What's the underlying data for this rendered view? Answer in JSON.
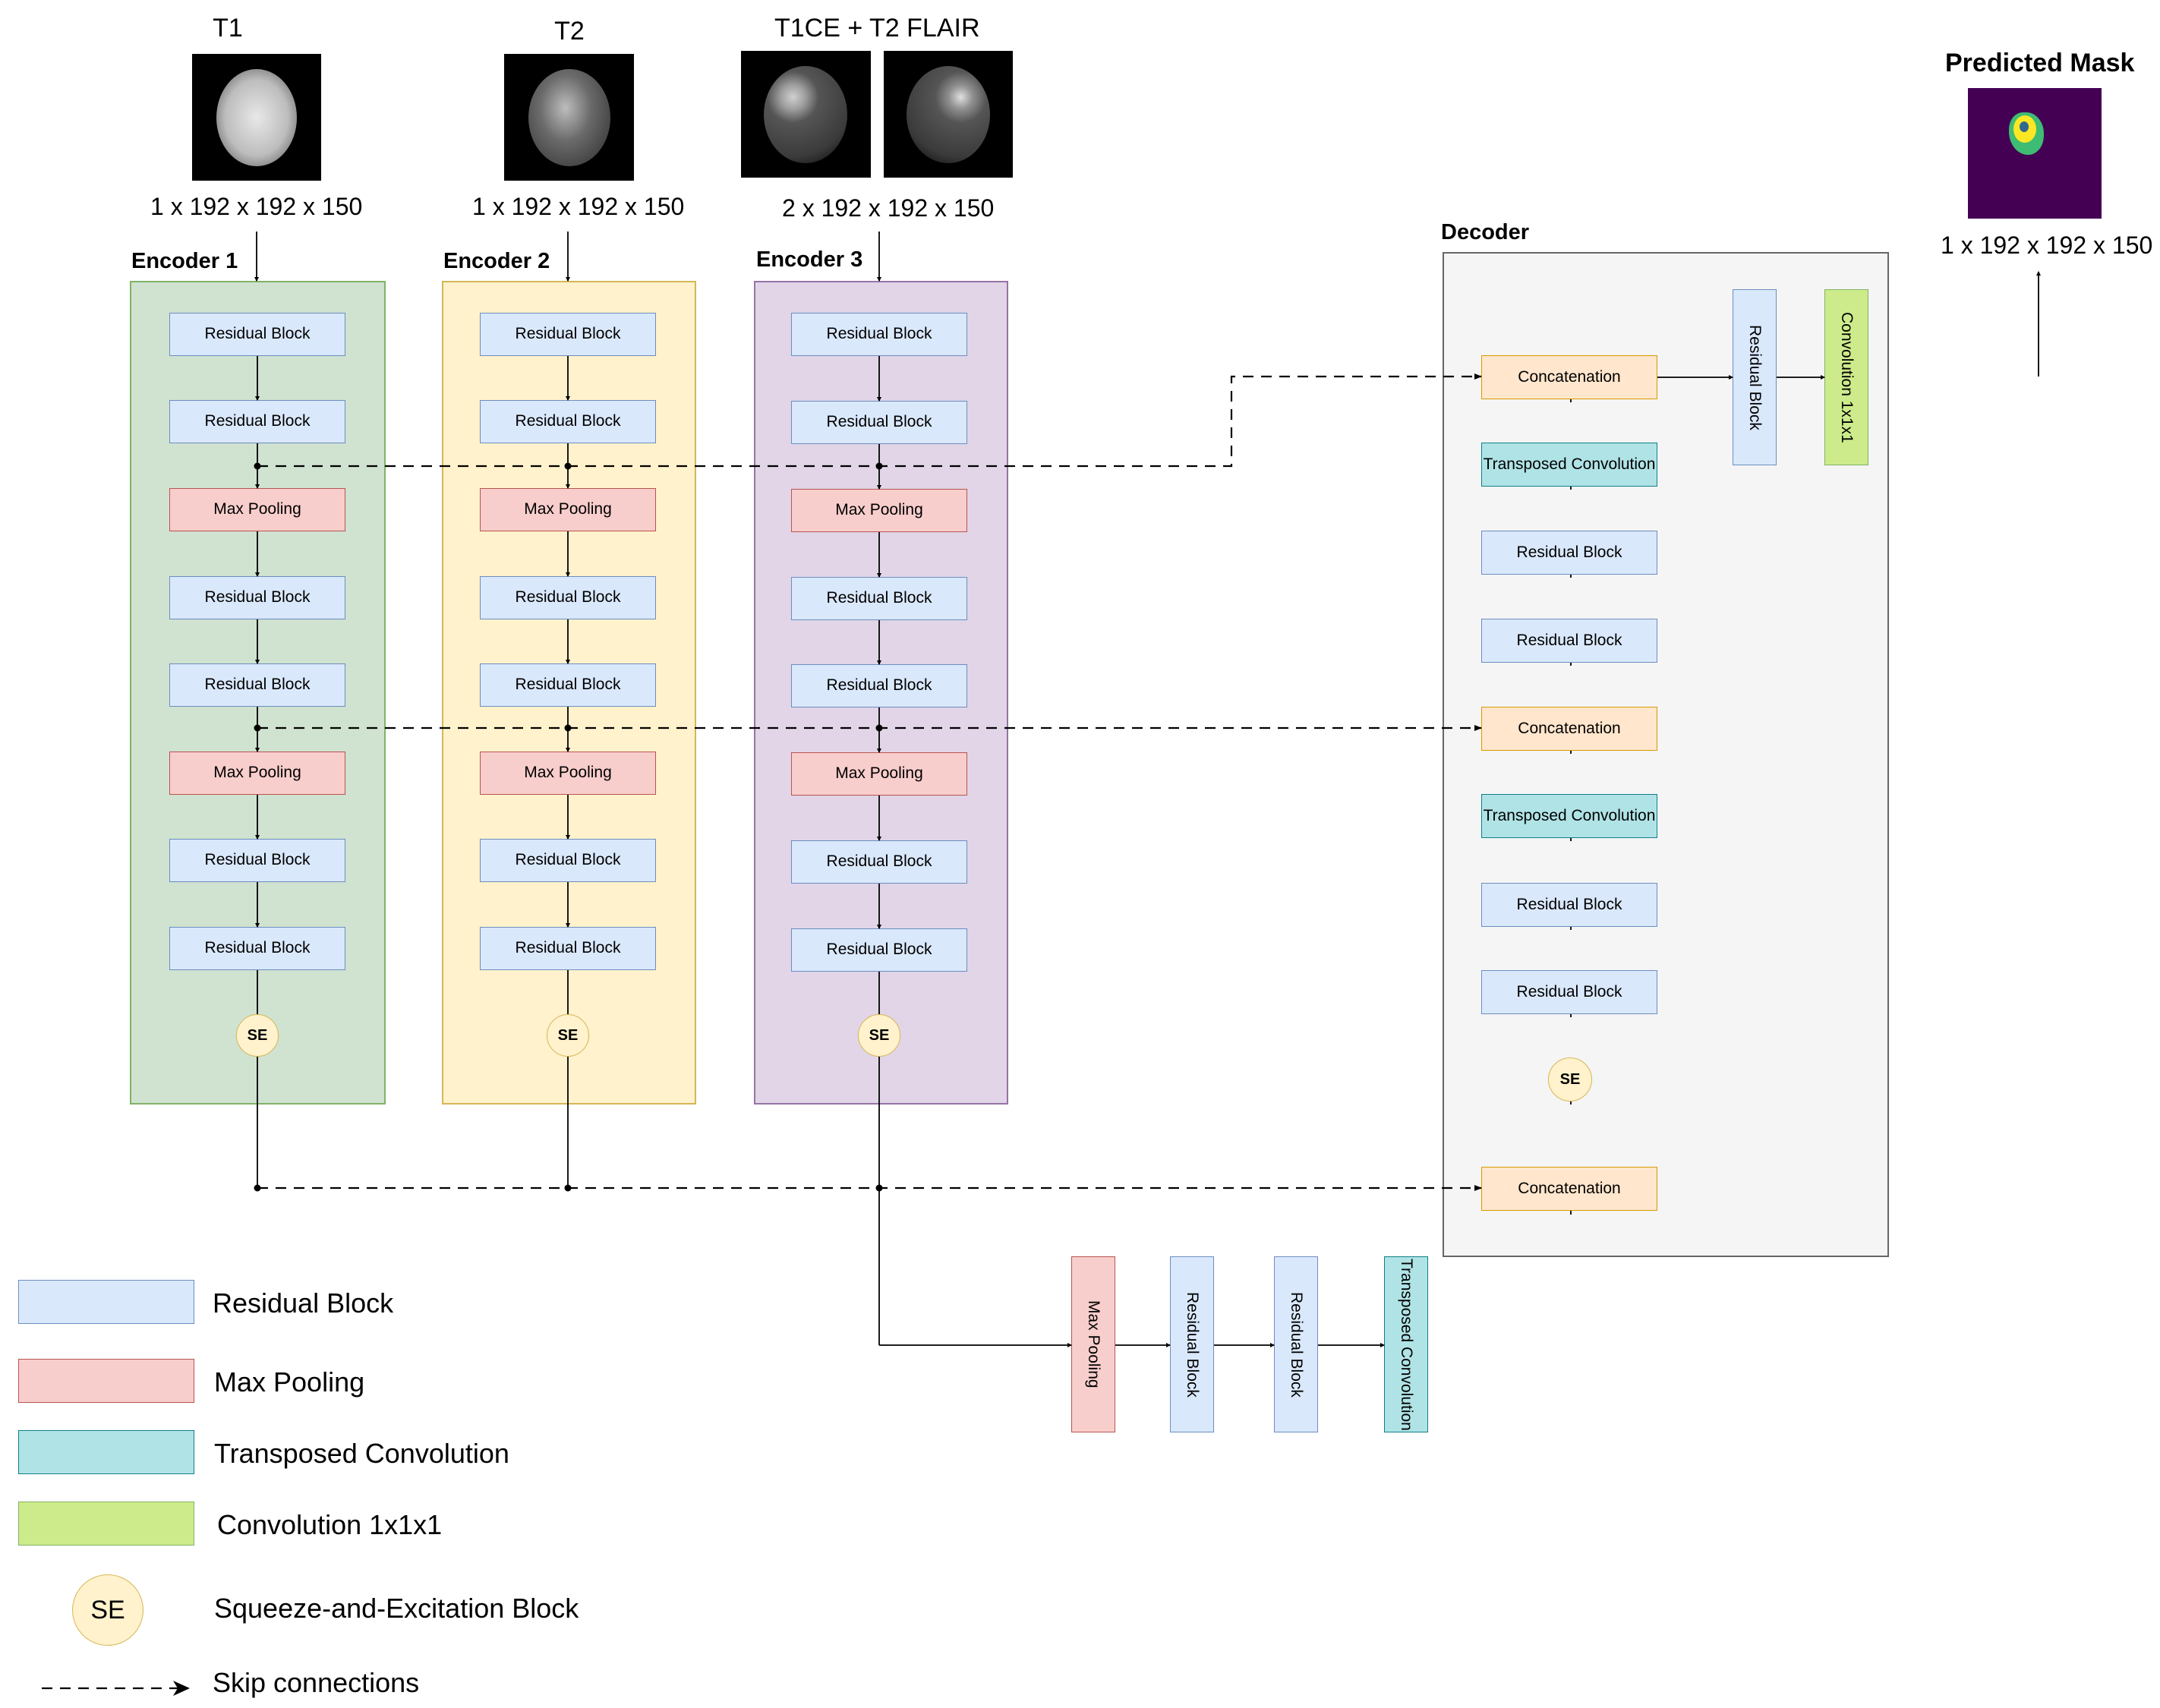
{
  "inputs": {
    "t1": {
      "title": "T1",
      "dims": "1 x 192 x 192 x 150"
    },
    "t2": {
      "title": "T2",
      "dims": "1 x 192 x 192 x 150"
    },
    "t1ce_flair": {
      "title": "T1CE + T2 FLAIR",
      "dims": "2 x 192 x 192 x 150"
    }
  },
  "output": {
    "title": "Predicted Mask",
    "dims": "1 x 192 x 192 x 150"
  },
  "encoders": [
    {
      "label": "Encoder 1",
      "blocks": [
        "Residual Block",
        "Residual Block",
        "Max Pooling",
        "Residual Block",
        "Residual Block",
        "Max Pooling",
        "Residual Block",
        "Residual Block"
      ],
      "se": "SE"
    },
    {
      "label": "Encoder 2",
      "blocks": [
        "Residual Block",
        "Residual Block",
        "Max Pooling",
        "Residual Block",
        "Residual Block",
        "Max Pooling",
        "Residual Block",
        "Residual Block"
      ],
      "se": "SE"
    },
    {
      "label": "Encoder 3",
      "blocks": [
        "Residual Block",
        "Residual Block",
        "Max Pooling",
        "Residual Block",
        "Residual Block",
        "Max Pooling",
        "Residual Block",
        "Residual Block"
      ],
      "se": "SE"
    }
  ],
  "decoder": {
    "label": "Decoder",
    "blocks": [
      "Concatenation",
      "Transposed Convolution",
      "Residual Block",
      "Residual Block",
      "Concatenation",
      "Transposed Convolution",
      "Residual Block",
      "Residual Block"
    ],
    "se": "SE",
    "bottom_concat": "Concatenation",
    "head": [
      "Residual Block",
      "Convolution 1x1x1"
    ]
  },
  "bottleneck": [
    "Max Pooling",
    "Residual Block",
    "Residual Block",
    "Transposed Convolution"
  ],
  "legend": [
    {
      "label": "Residual Block",
      "type": "res"
    },
    {
      "label": "Max Pooling",
      "type": "mp"
    },
    {
      "label": "Transposed Convolution",
      "type": "tc"
    },
    {
      "label": "Convolution 1x1x1",
      "type": "cv"
    },
    {
      "label": "Squeeze-and-Excitation Block",
      "type": "se",
      "symbol": "SE"
    },
    {
      "label": "Skip connections",
      "type": "skip"
    }
  ],
  "colors": {
    "residual": "#dae8fc",
    "max_pooling": "#f8cecc",
    "transposed_conv": "#b0e3e6",
    "conv1x1": "#cdeb8b",
    "concatenation": "#ffe6cc",
    "se": "#fff2cc",
    "encoder1": "#d0e2d0",
    "encoder2": "#fff2cc",
    "encoder3": "#e1d5e7",
    "decoder": "#f5f5f5",
    "mask_background": "#440154"
  }
}
